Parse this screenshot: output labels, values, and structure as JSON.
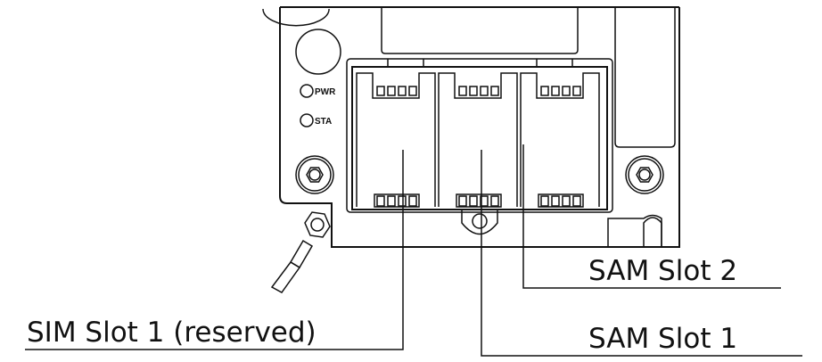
{
  "device": {
    "leds": [
      {
        "label": "PWR"
      },
      {
        "label": "STA"
      }
    ]
  },
  "callouts": {
    "sim_slot_1": "SIM Slot 1 (reserved)",
    "sam_slot_1": "SAM Slot 1",
    "sam_slot_2": "SAM Slot 2"
  },
  "colors": {
    "line": "#111111",
    "background": "#ffffff"
  }
}
